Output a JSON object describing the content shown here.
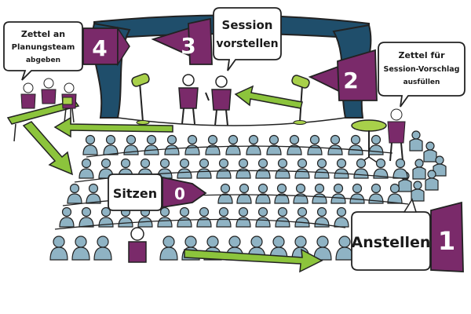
{
  "colors": {
    "purple": "#7a2a6a",
    "curtain": "#1f4e6b",
    "seat": "#8fb3c4",
    "green": "#8cc43c",
    "outline": "#222222",
    "lamp": "#a8d04a"
  },
  "steps": [
    {
      "number": "0",
      "label": "Sitzen"
    },
    {
      "number": "1",
      "label": "Anstellen"
    },
    {
      "number": "2",
      "label_line1": "Zettel für",
      "label_line2": "Session-Vorschlag",
      "label_line3": "ausfüllen"
    },
    {
      "number": "3",
      "label_line1": "Session",
      "label_line2": "vorstellen"
    },
    {
      "number": "4",
      "label_line1": "Zettel an",
      "label_line2": "Planungsteam",
      "label_line3": "abgeben"
    }
  ]
}
